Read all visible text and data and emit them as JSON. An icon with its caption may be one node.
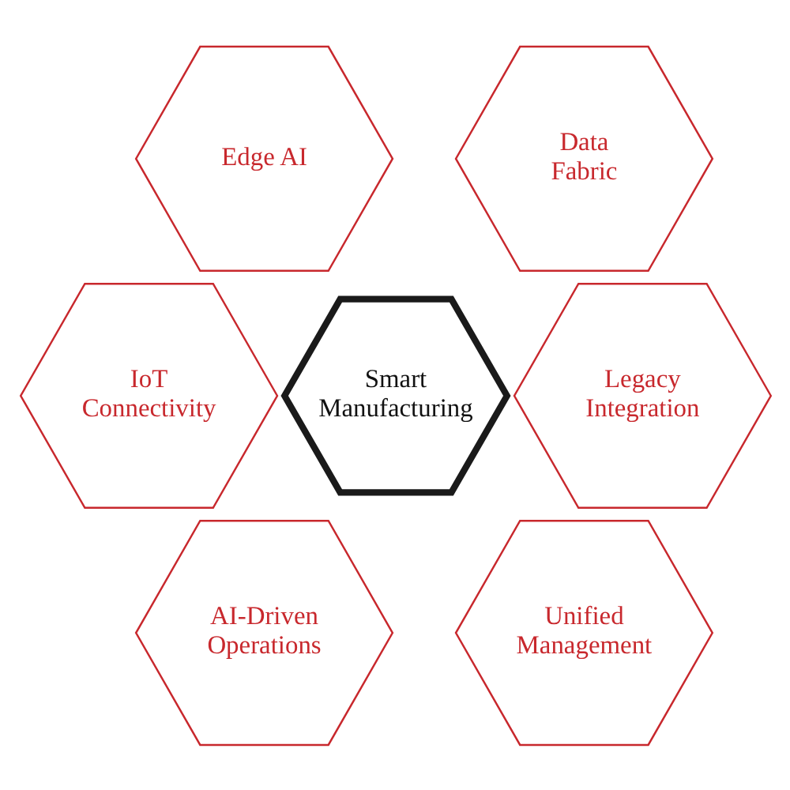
{
  "diagram": {
    "nodes": [
      {
        "text": [
          "Edge AI"
        ]
      },
      {
        "text": [
          "Data Fabric"
        ]
      },
      {
        "text": [
          "IoT Connectivity"
        ]
      },
      {
        "text": [
          "Smart Manufacturing"
        ]
      },
      {
        "text": [
          "Legacy Integration"
        ]
      },
      {
        "text": [
          "AI-Driven Operations"
        ]
      },
      {
        "text": [
          "Unified Management"
        ]
      }
    ],
    "edges": []
  }
}
